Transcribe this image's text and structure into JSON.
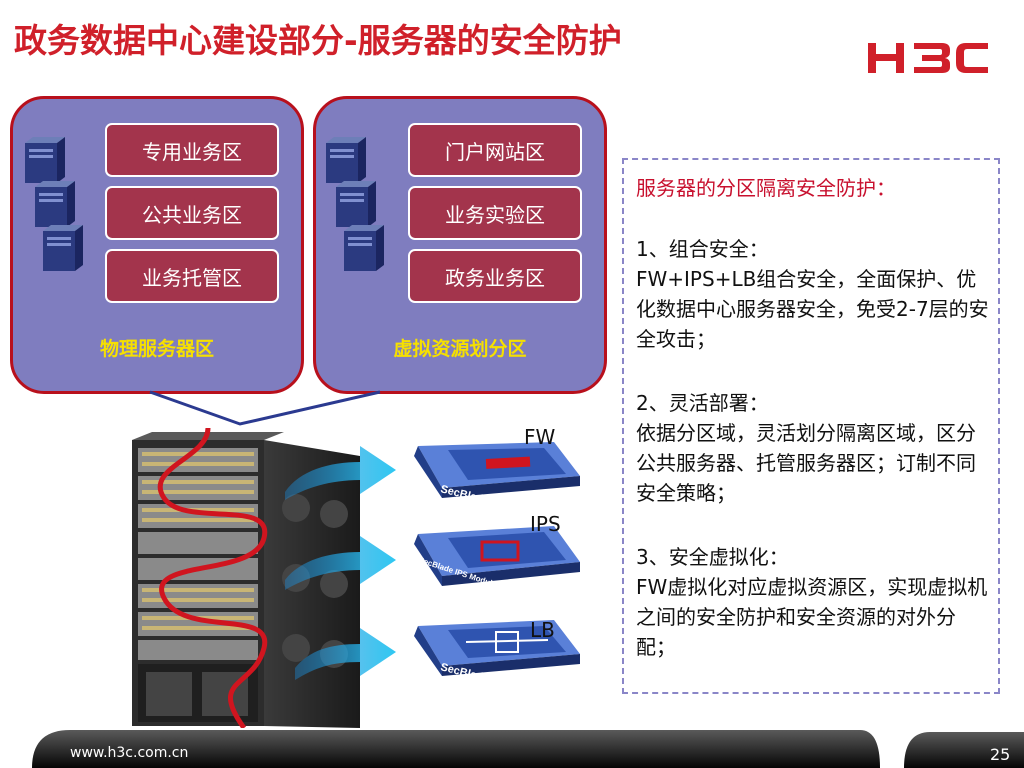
{
  "slide": {
    "title": "政务数据中心建设部分-服务器的安全防护",
    "logo_text": "H3C",
    "page_number": "25",
    "website": "www.h3c.com.cn"
  },
  "physical_zone": {
    "label": "物理服务器区",
    "items": [
      "专用业务区",
      "公共业务区",
      "业务托管区"
    ]
  },
  "virtual_zone": {
    "label": "虚拟资源划分区",
    "items": [
      "门户网站区",
      "业务实验区",
      "政务业务区"
    ]
  },
  "blades": [
    {
      "label": "FW",
      "brand": "SecBlade"
    },
    {
      "label": "IPS",
      "brand": "SecBlade IPS Module"
    },
    {
      "label": "LB",
      "brand": "SecBlade"
    }
  ],
  "info": {
    "title": "服务器的分区隔离安全防护：",
    "sections": [
      {
        "heading": "1、组合安全：",
        "body": "FW+IPS+LB组合安全，全面保护、优化数据中心服务器安全，免受2-7层的安全攻击；"
      },
      {
        "heading": "2、灵活部署：",
        "body": "依据分区域，灵活划分隔离区域，区分公共服务器、托管服务器区；订制不同安全策略；"
      },
      {
        "heading": "3、安全虚拟化：",
        "body": "FW虚拟化对应虚拟资源区，实现虚拟机之间的安全防护和安全资源的对外分配；"
      }
    ]
  },
  "colors": {
    "title_red": "#d0202a",
    "panel_purple": "#7f7dbf",
    "zone_fill": "#a3344c",
    "zone_label_yellow": "#f6e000",
    "arrow_cyan": "#23b3e6",
    "blade_blue": "#3a62b8"
  }
}
